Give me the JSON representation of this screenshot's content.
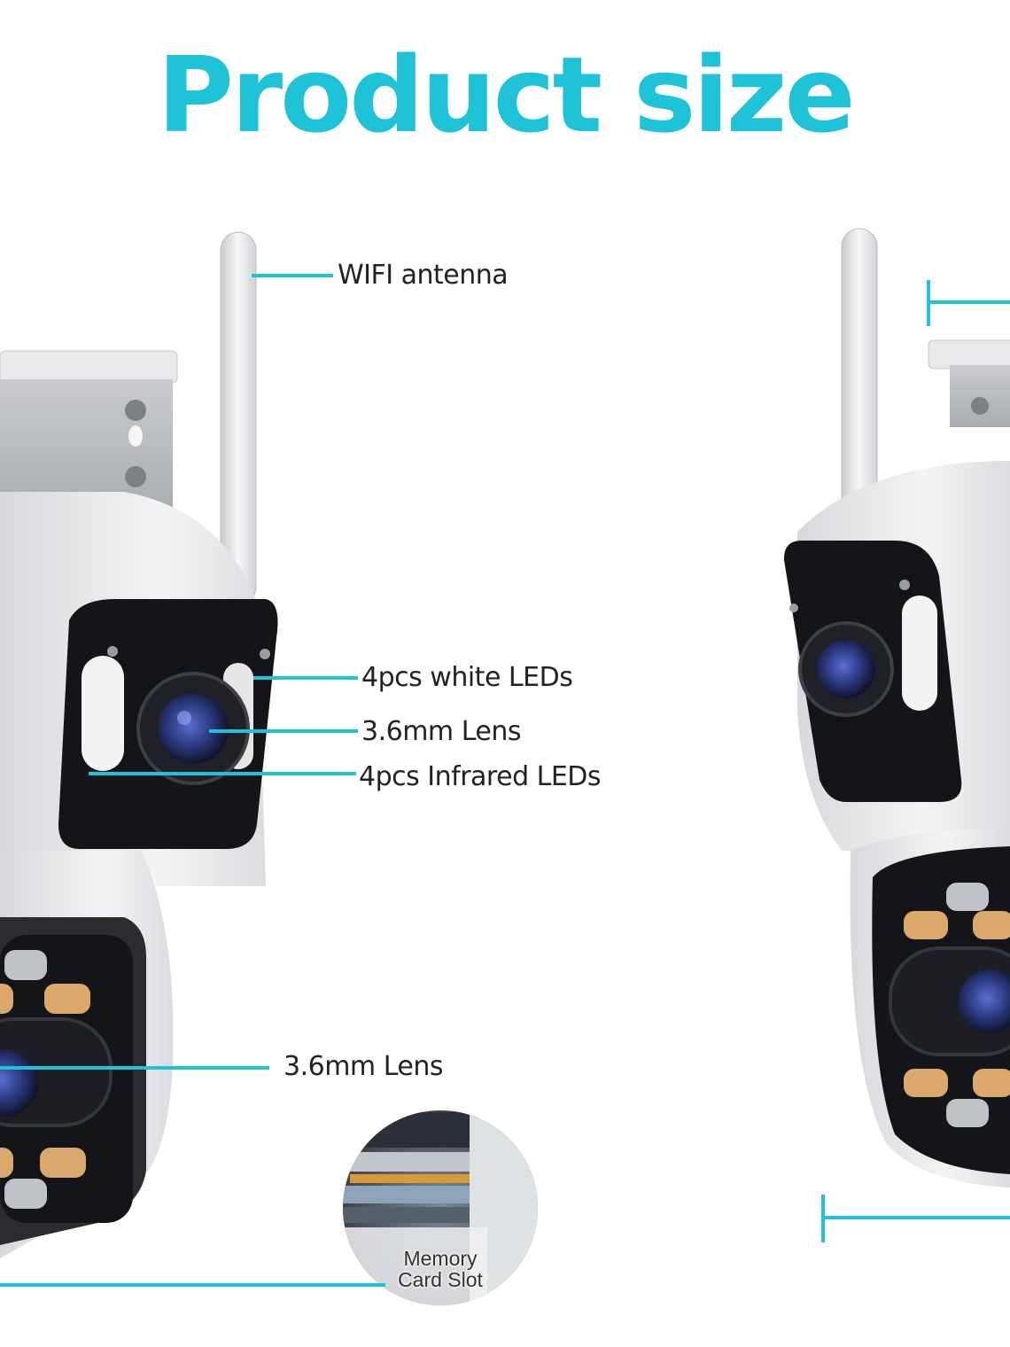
{
  "header": {
    "title": "Product size"
  },
  "callouts": {
    "antenna": "WIFI antenna",
    "white_leds": "4pcs white LEDs",
    "upper_lens": "3.6mm Lens",
    "infrared_leds": "4pcs Infrared LEDs",
    "lower_lens": "3.6mm Lens"
  },
  "inset": {
    "line1": "Memory",
    "line2": "Card Slot"
  },
  "colors": {
    "accent": "#1ec3d8",
    "camera_body": "#eceef0",
    "lens_panel": "#141518",
    "lens_glass": "#3a4f9a",
    "led_warm": "#d9a86a"
  }
}
